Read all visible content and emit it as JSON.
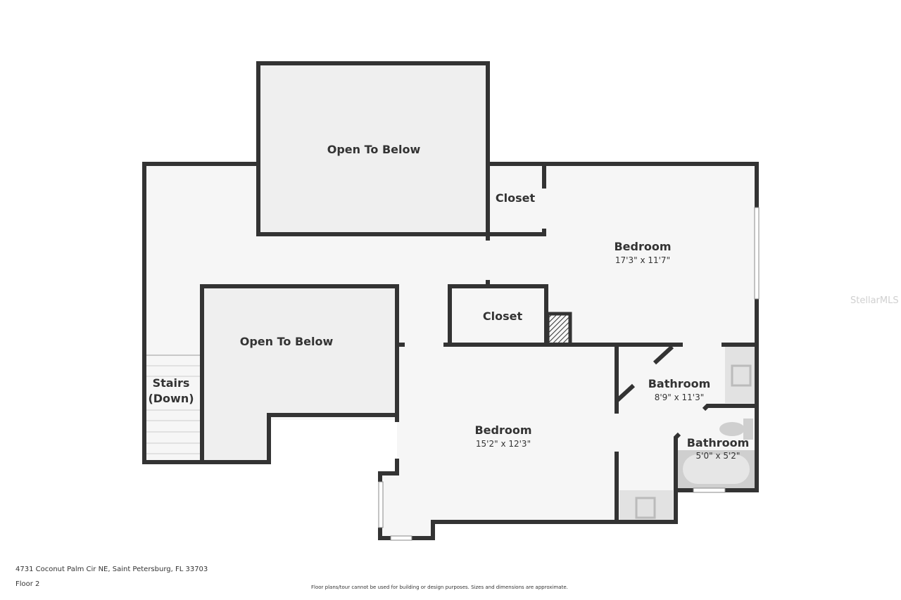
{
  "rooms": {
    "open_top": {
      "name": "Open To Below"
    },
    "open_lower": {
      "name": "Open To Below"
    },
    "closet_top": {
      "name": "Closet"
    },
    "closet_mid": {
      "name": "Closet"
    },
    "bedroom_1": {
      "name": "Bedroom",
      "dims": "17'3\" x 11'7\""
    },
    "bedroom_2": {
      "name": "Bedroom",
      "dims": "15'2\" x 12'3\""
    },
    "bathroom_1": {
      "name": "Bathroom",
      "dims": "8'9\" x 11'3\""
    },
    "bathroom_2": {
      "name": "Bathroom",
      "dims": "5'0\" x 5'2\""
    },
    "stairs": {
      "line1": "Stairs",
      "line2": "(Down)"
    }
  },
  "footer": {
    "address": "4731 Coconut Palm Cir NE, Saint Petersburg, FL 33703",
    "floor": "Floor 2",
    "disclaimer": "Floor plans/tour cannot be used for building or design purposes. Sizes and dimensions are approximate."
  },
  "watermark": "StellarMLS",
  "colors": {
    "wall": "#333333",
    "floor": "#f6f6f6",
    "open_to_below": "#efefef"
  }
}
